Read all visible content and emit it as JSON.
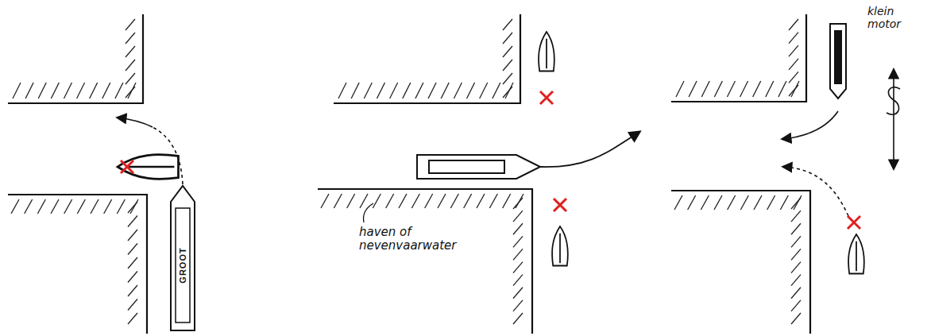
{
  "diagram": {
    "nodes": [
      {
        "text": [
          "GROOT"
        ]
      }
    ],
    "labels": [
      "haven of nevenvaarwater",
      "klein motor"
    ]
  }
}
